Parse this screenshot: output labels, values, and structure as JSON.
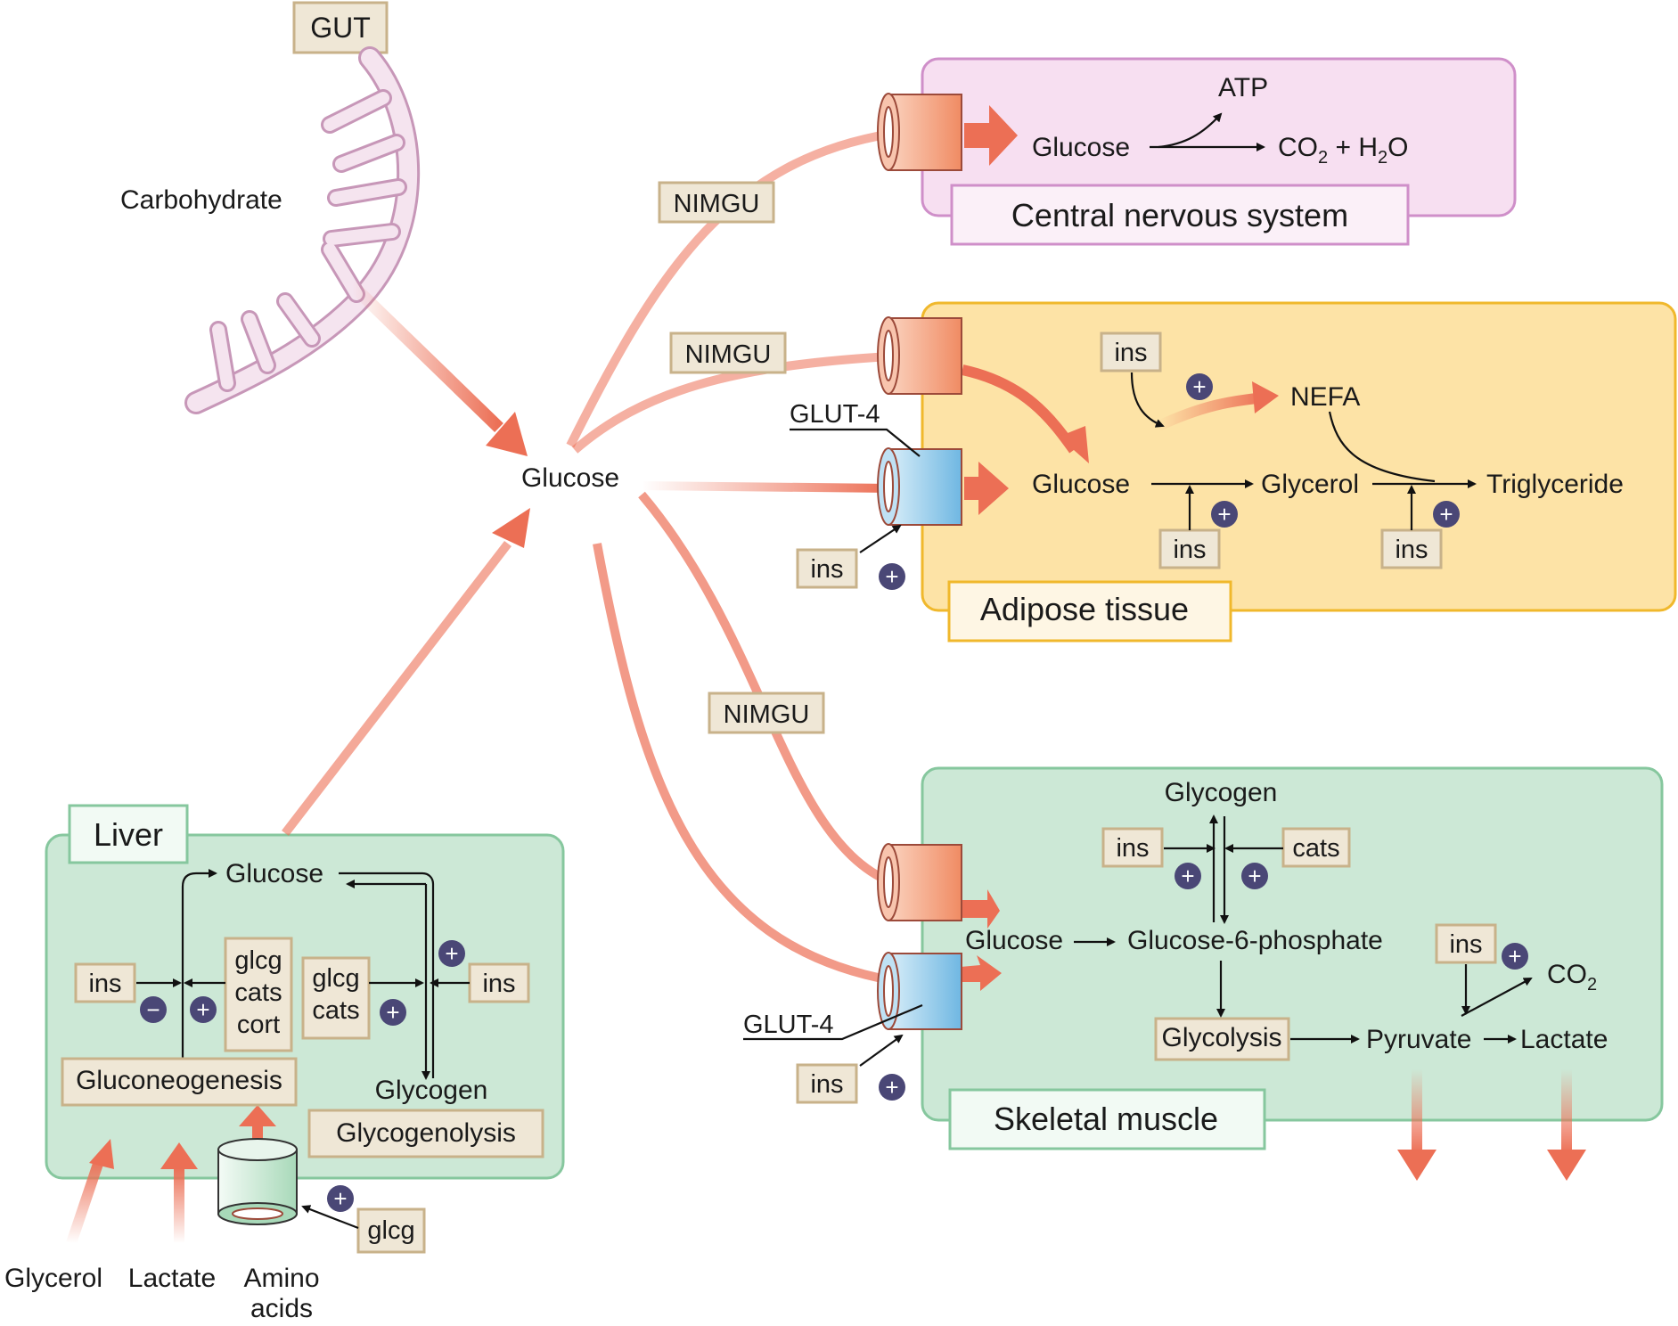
{
  "colors": {
    "flow_arrow": "#ec6f55",
    "cns_fill": "#f7dff1",
    "cns_border": "#cf8fc9",
    "adipose_fill": "#fde3a6",
    "adipose_border": "#f0b82c",
    "muscle_fill": "#cce8d6",
    "muscle_border": "#86c79e",
    "liver_fill": "#cce8d6",
    "liver_border": "#86c79e",
    "tag_fill": "#efe7d6",
    "tag_border": "#c8b28a",
    "plus_badge": "#4a4776",
    "channel_orange": "#f6a27f",
    "channel_blue": "#8fc9ea",
    "gut": "#f5e4ef"
  },
  "gut": {
    "label": "GUT",
    "carbohydrate": "Carbohydrate"
  },
  "center": {
    "glucose": "Glucose"
  },
  "nimgu": "NIMGU",
  "glut4": "GLUT-4",
  "ins": "ins",
  "plus_sign": "+",
  "minus_sign": "−",
  "cns": {
    "title": "Central nervous system",
    "glucose": "Glucose",
    "atp": "ATP",
    "co2": "CO",
    "co2_sub": "2",
    "plus_h2o": " + H",
    "h2o_sub": "2",
    "h2o_o": "O"
  },
  "adipose": {
    "title": "Adipose tissue",
    "glucose": "Glucose",
    "glycerol": "Glycerol",
    "triglyceride": "Triglyceride",
    "nefa": "NEFA"
  },
  "muscle": {
    "title": "Skeletal muscle",
    "glycogen": "Glycogen",
    "cats": "cats",
    "glucose": "Glucose",
    "g6p": "Glucose-6-phosphate",
    "glycolysis": "Glycolysis",
    "pyruvate": "Pyruvate",
    "lactate": "Lactate",
    "co2": "CO",
    "co2_sub": "2"
  },
  "liver": {
    "title": "Liver",
    "glucose": "Glucose",
    "glcg": "glcg",
    "cats": "cats",
    "cort": "cort",
    "gluconeogenesis": "Gluconeogenesis",
    "glycogen": "Glycogen",
    "glycogenolysis": "Glycogenolysis"
  },
  "inputs": {
    "glycerol": "Glycerol",
    "lactate": "Lactate",
    "amino_1": "Amino",
    "amino_2": "acids",
    "glcg": "glcg"
  }
}
